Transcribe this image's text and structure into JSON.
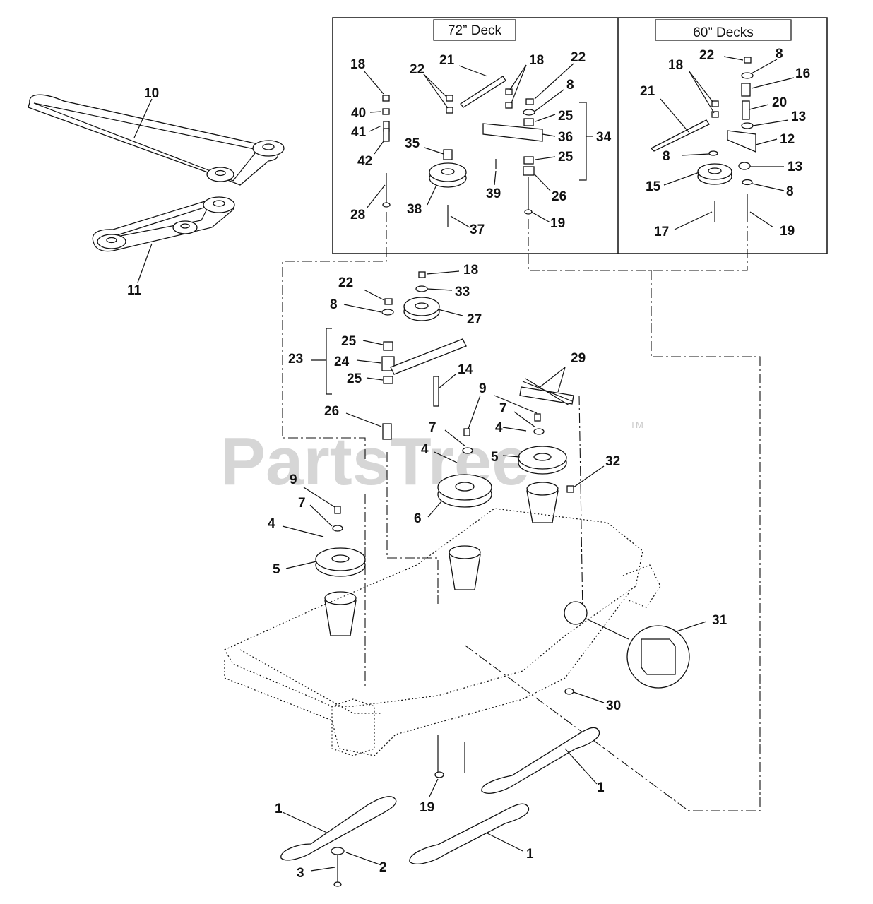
{
  "deck_72_title": "72” Deck",
  "deck_60_title": "60” Decks",
  "watermark": "PartsTree",
  "trademark": "TM",
  "callouts": [
    {
      "num": "10"
    },
    {
      "num": "11"
    },
    {
      "num": "18"
    },
    {
      "num": "40"
    },
    {
      "num": "41"
    },
    {
      "num": "42"
    },
    {
      "num": "28"
    },
    {
      "num": "22"
    },
    {
      "num": "21"
    },
    {
      "num": "18"
    },
    {
      "num": "22"
    },
    {
      "num": "8"
    },
    {
      "num": "25"
    },
    {
      "num": "36"
    },
    {
      "num": "34"
    },
    {
      "num": "25"
    },
    {
      "num": "35"
    },
    {
      "num": "39"
    },
    {
      "num": "26"
    },
    {
      "num": "38"
    },
    {
      "num": "37"
    },
    {
      "num": "19"
    },
    {
      "num": "22"
    },
    {
      "num": "8"
    },
    {
      "num": "16"
    },
    {
      "num": "18"
    },
    {
      "num": "21"
    },
    {
      "num": "20"
    },
    {
      "num": "13"
    },
    {
      "num": "12"
    },
    {
      "num": "8"
    },
    {
      "num": "13"
    },
    {
      "num": "15"
    },
    {
      "num": "8"
    },
    {
      "num": "17"
    },
    {
      "num": "19"
    },
    {
      "num": "18"
    },
    {
      "num": "33"
    },
    {
      "num": "22"
    },
    {
      "num": "8"
    },
    {
      "num": "27"
    },
    {
      "num": "25"
    },
    {
      "num": "23"
    },
    {
      "num": "24"
    },
    {
      "num": "25"
    },
    {
      "num": "29"
    },
    {
      "num": "14"
    },
    {
      "num": "9"
    },
    {
      "num": "7"
    },
    {
      "num": "26"
    },
    {
      "num": "7"
    },
    {
      "num": "4"
    },
    {
      "num": "4"
    },
    {
      "num": "5"
    },
    {
      "num": "32"
    },
    {
      "num": "9"
    },
    {
      "num": "7"
    },
    {
      "num": "4"
    },
    {
      "num": "6"
    },
    {
      "num": "5"
    },
    {
      "num": "31"
    },
    {
      "num": "30"
    },
    {
      "num": "1"
    },
    {
      "num": "19"
    },
    {
      "num": "1"
    },
    {
      "num": "1"
    },
    {
      "num": "2"
    },
    {
      "num": "3"
    }
  ]
}
